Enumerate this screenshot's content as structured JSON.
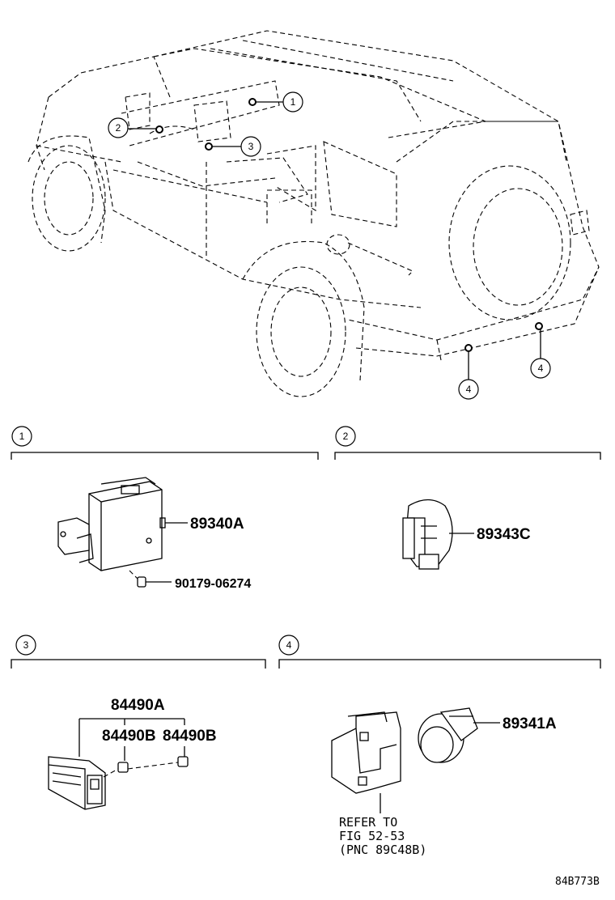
{
  "callouts": [
    "1",
    "2",
    "3",
    "4"
  ],
  "sections": [
    {
      "id": "1",
      "parts": [
        "89340A",
        "90179-06274"
      ]
    },
    {
      "id": "2",
      "parts": [
        "89343C"
      ]
    },
    {
      "id": "3",
      "parts": [
        "84490A",
        "84490B",
        "84490B"
      ]
    },
    {
      "id": "4",
      "parts": [
        "89341A"
      ]
    }
  ],
  "note": {
    "line1": "REFER TO",
    "line2": "FIG 52-53",
    "line3": "(PNC 89C48B)"
  },
  "figure_code": "84B773B"
}
